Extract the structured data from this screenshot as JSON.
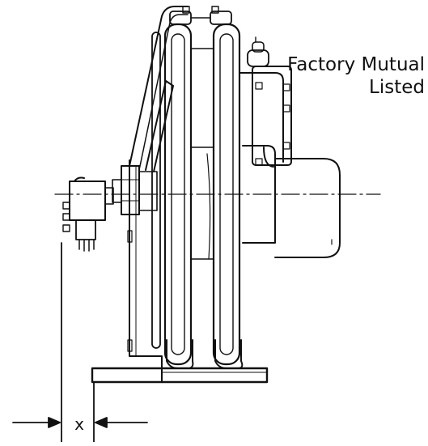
{
  "caption": {
    "line1": "Factory Mutual",
    "line2": "Listed"
  },
  "dimension": {
    "label": "x"
  },
  "colors": {
    "ink": "#111111",
    "paper": "#ffffff"
  }
}
